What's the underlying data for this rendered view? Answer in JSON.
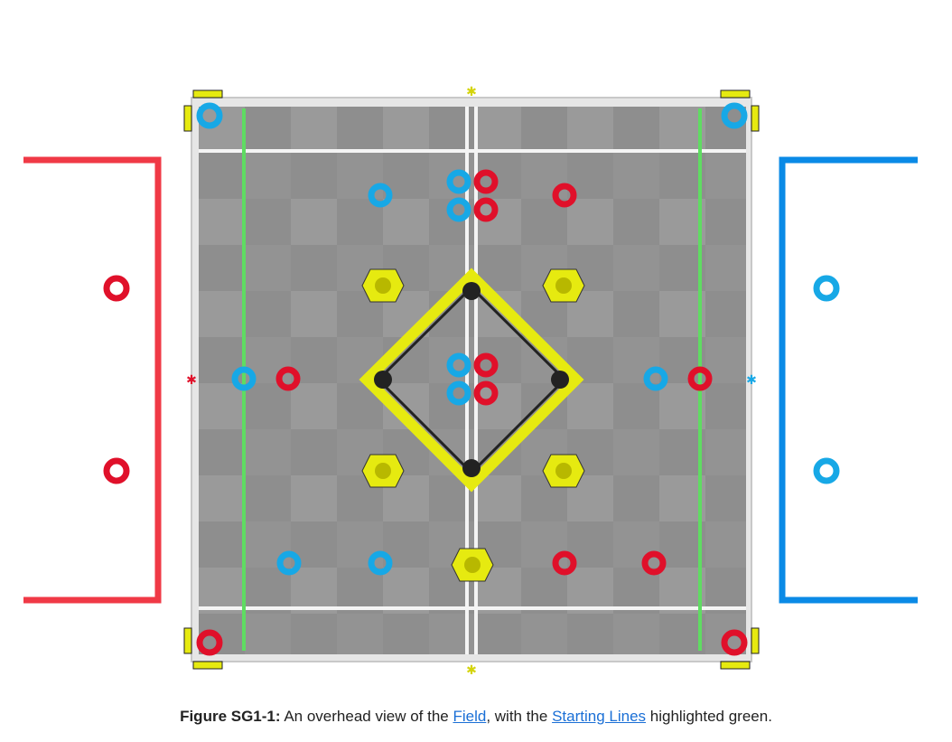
{
  "caption": {
    "label": "Figure SG1-1:",
    "text_1": " An overhead view of the ",
    "link_field": "Field",
    "text_2": ", with the ",
    "link_starting_lines": "Starting Lines",
    "text_3": " highlighted green."
  },
  "colors": {
    "red_alliance": "#f03946",
    "blue_alliance": "#0a8ae6",
    "starting_line": "#5fdc62",
    "goal_yellow": "#e6ea10",
    "red_ring": "#e0102a",
    "blue_ring": "#17a8e6"
  },
  "field_elements": {
    "icons": [
      "red-ring-icon",
      "blue-ring-icon",
      "mobile-goal-icon",
      "ladder-icon",
      "wall-stake-icon"
    ]
  }
}
